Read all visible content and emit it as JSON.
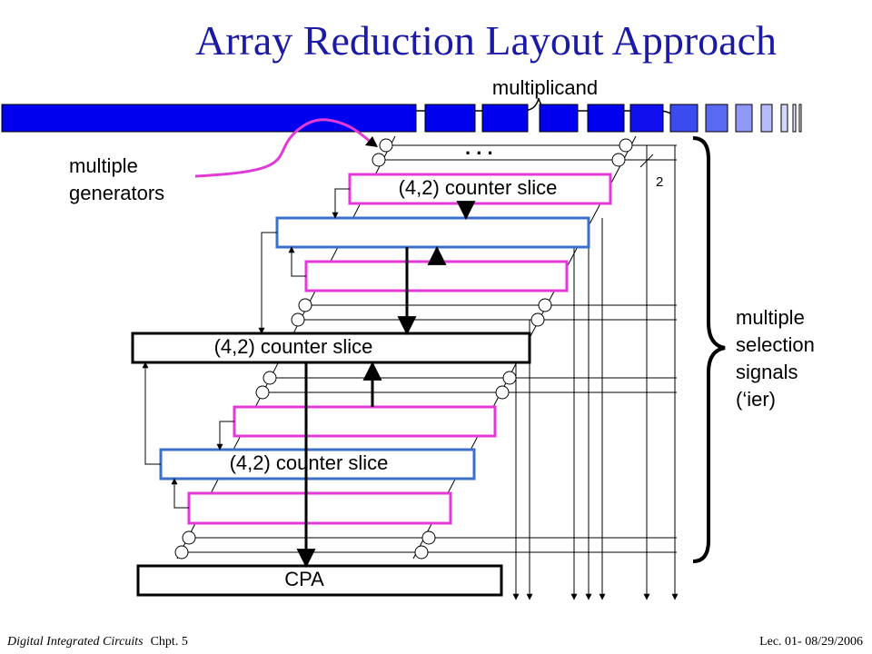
{
  "title": "Array Reduction Layout Approach",
  "labels": {
    "multiplicand": "multiplicand",
    "multiple_generators": [
      "multiple",
      "generators"
    ],
    "counter_slice": "(4,2) counter slice",
    "cpa": "CPA",
    "bus_width": "2",
    "selection_signals": [
      "multiple",
      "selection",
      "signals",
      "(‘ier)"
    ],
    "dots": ". . ."
  },
  "footer": {
    "course": "Digital Integrated Circuits",
    "chapter": "Chpt. 5",
    "lecture": "Lec. 01- 08/29/2006"
  },
  "colors": {
    "title": "#1a1aa6",
    "multiplicand_bar": "#0000ee",
    "blue_slice": "#3b6fc9",
    "pink_slice": "#e23ad6",
    "black": "#000000"
  }
}
